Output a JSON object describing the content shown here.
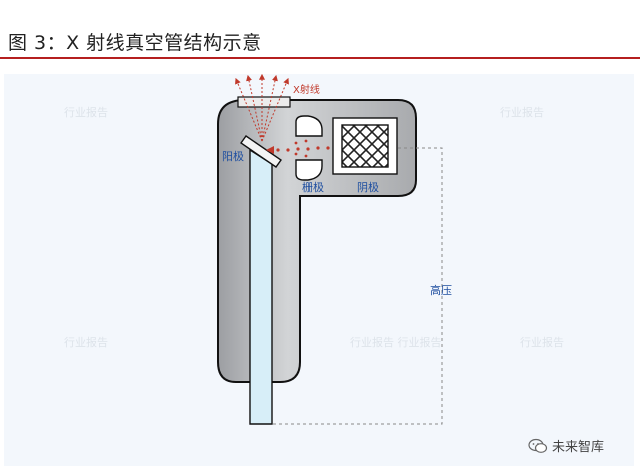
{
  "figure": {
    "title": "图 3：X 射线真空管结构示意"
  },
  "labels": {
    "xray": "X射线",
    "anode": "阳极",
    "grid": "栅极",
    "cathode": "阴极",
    "high_voltage": "高压"
  },
  "watermark": {
    "brand": "未来智库"
  },
  "colors": {
    "title_rule": "#b51f1f",
    "tube_body": "#b5b7ba",
    "electron_beam": "#c0392b",
    "label": "#1f4fa0",
    "anode_rod": "#d7eef8"
  }
}
